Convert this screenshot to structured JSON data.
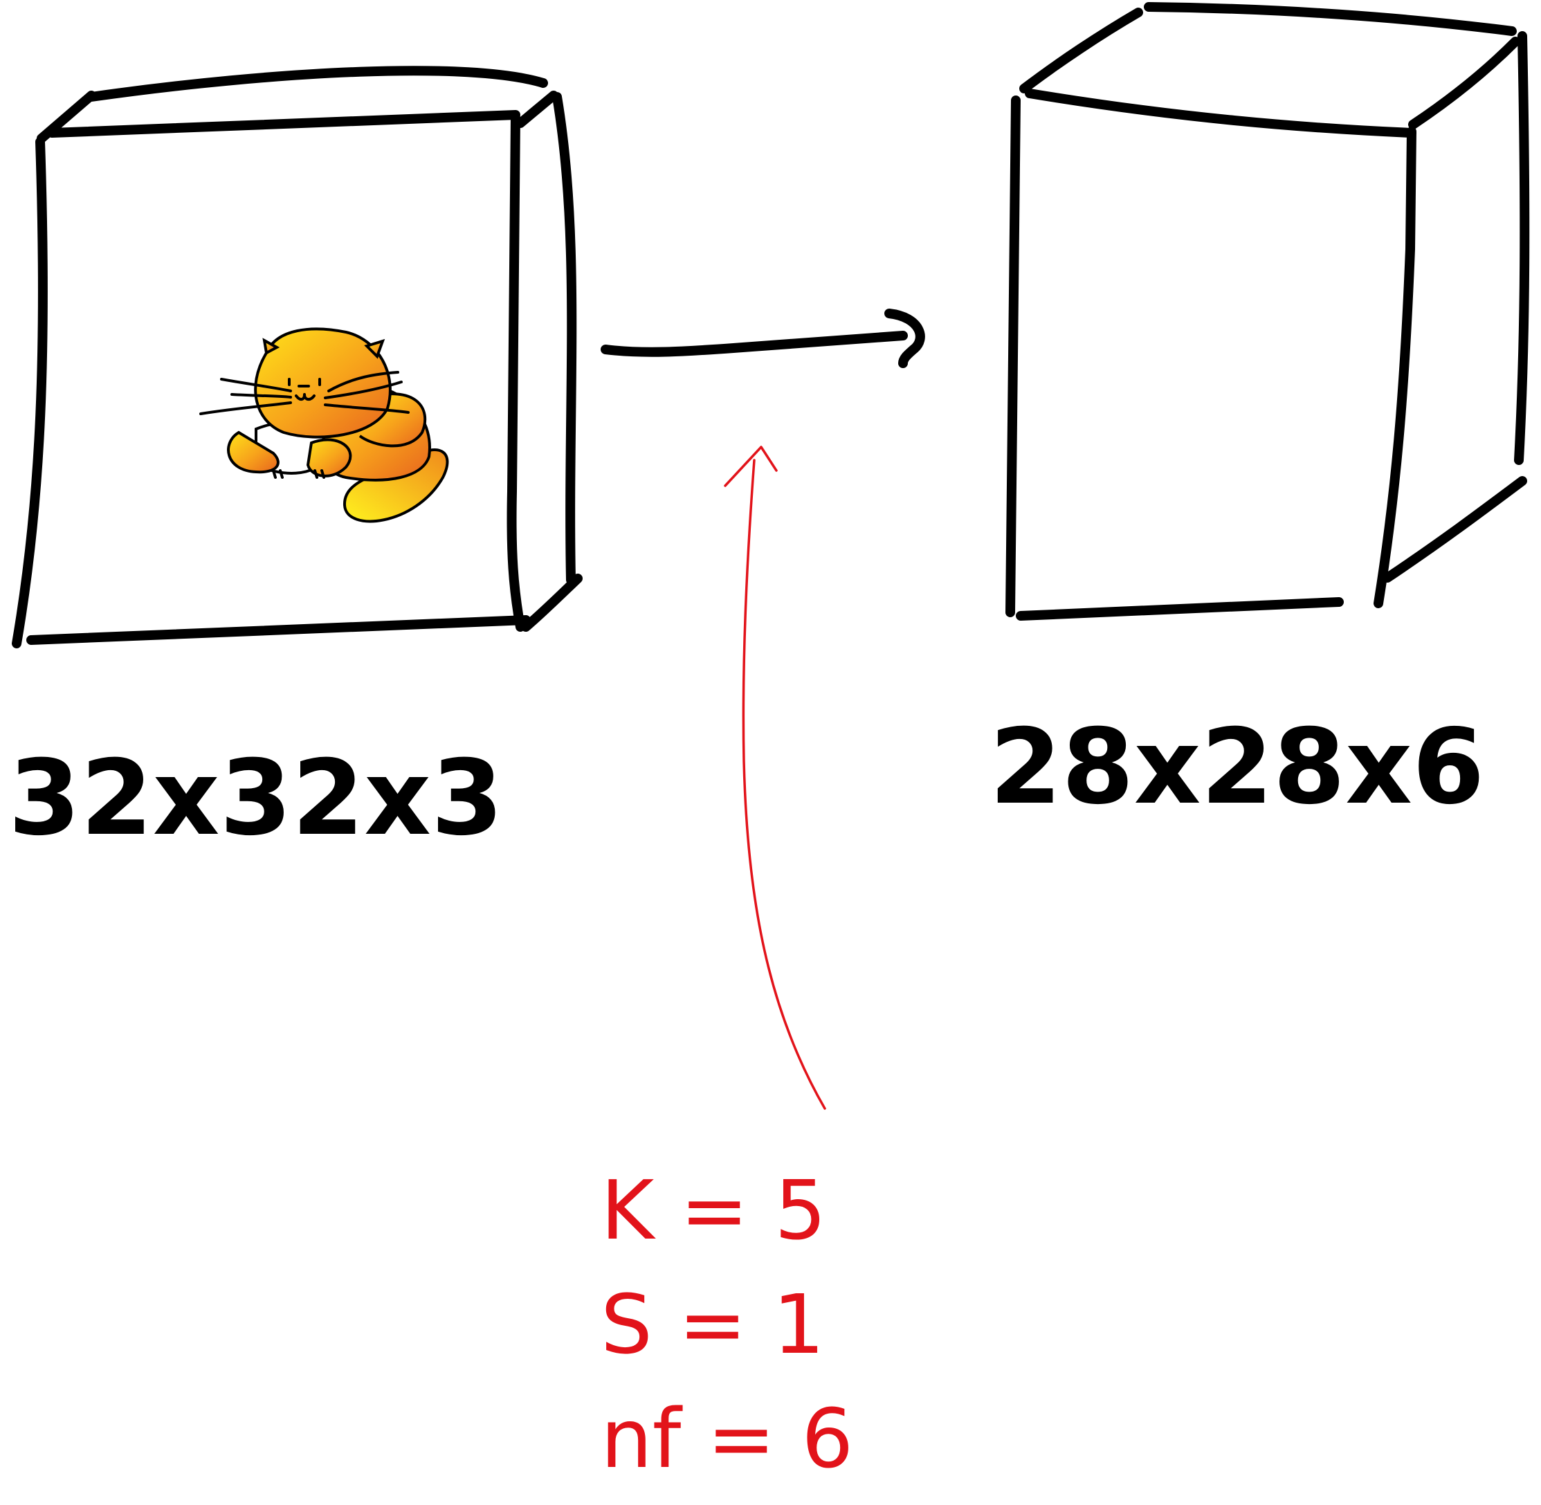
{
  "input_volume": {
    "label": "32x32x3",
    "icon": "cat-icon"
  },
  "output_volume": {
    "label": "28x28x6"
  },
  "parameters": [
    {
      "text": "K = 5"
    },
    {
      "text": "S = 1"
    },
    {
      "text": "nf = 6"
    }
  ],
  "colors": {
    "stroke": "#000000",
    "annotation": "#e2131a",
    "cat_light": "#ffe21a",
    "cat_dark": "#e8641e"
  }
}
